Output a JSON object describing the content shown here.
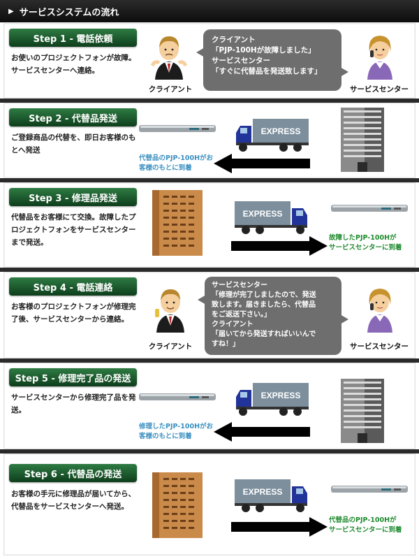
{
  "header": {
    "title": "サービスシステムの流れ"
  },
  "colors": {
    "step_label": "#1f5e30",
    "bubble": "#6e6e6e",
    "caption_blue": "#3b8fc0",
    "caption_green": "#1f8a2e",
    "truck": "#22339a"
  },
  "truck_text": "EXPRESS",
  "steps": [
    {
      "label": "Step 1 - 電話依頼",
      "desc": "お使いのプロジェクトフォンが故障。サービスセンターへ連絡。",
      "bubble_lines": [
        "クライアント",
        "「PJP-100Hが故障しました」",
        "サービスセンター",
        "「すぐに代替品を発送致します」"
      ],
      "left_person": "クライアント",
      "right_person": "サービスセンター"
    },
    {
      "label": "Step 2 - 代替品発送",
      "desc": "ご登録商品の代替を、即日お客様のもとへ発送",
      "caption": [
        "代替品のPJP-100Hがお",
        "客様のもとに到着"
      ]
    },
    {
      "label": "Step 3 - 修理品発送",
      "desc": "代替品をお客様にて交換。故障したプロジェクトフォンをサービスセンターまで発送。",
      "caption": [
        "故障したPJP-100Hが",
        "サービスセンターに到着"
      ]
    },
    {
      "label": "Step 4 - 電話連絡",
      "desc": "お客様のプロジェクトフォンが修理完了後、サービスセンターから連絡。",
      "bubble_lines": [
        "サービスセンター",
        "「修理が完了しましたので、発送",
        "致します。届きましたら、代替品",
        "をご返送下さい。」",
        "クライアント",
        "「届いてから発送すればいいんで",
        "すね！」"
      ],
      "left_person": "クライアント",
      "right_person": "サービスセンター"
    },
    {
      "label": "Step 5 - 修理完了品の発送",
      "desc": "サービスセンターから修理完了品を発送。",
      "caption": [
        "修理したPJP-100Hがお",
        "客様のもとに到着"
      ]
    },
    {
      "label": "Step 6 - 代替品の発送",
      "desc": "お客様の手元に修理品が届いてから、代替品をサービスセンターへ発送。",
      "caption": [
        "代替品のPJP-100Hが",
        "サービスセンターに到着"
      ]
    }
  ]
}
